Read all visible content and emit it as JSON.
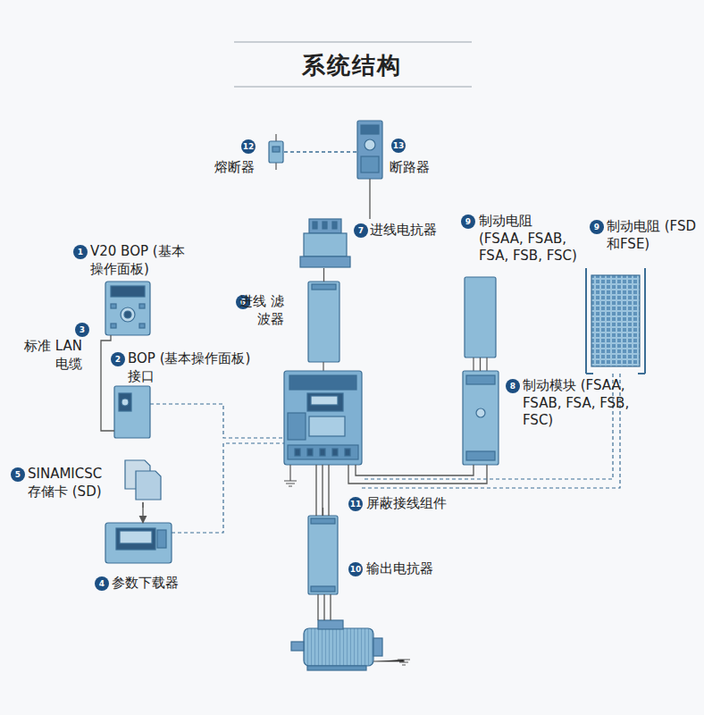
{
  "diagram": {
    "title": "系统结构",
    "nodes": [
      {
        "text": [
          "12",
          "熔断器"
        ]
      },
      {
        "text": [
          "13",
          "断路器"
        ]
      },
      {
        "text": [
          "7",
          "进线电抗器"
        ]
      },
      {
        "text": [
          "1",
          "V20 BOP (基本操作面板)"
        ]
      },
      {
        "text": [
          "9",
          "制动电阻 (FSAA, FSAB, FSA, FSB, FSC)"
        ]
      },
      {
        "text": [
          "9",
          "制动电阻 (FSD和FSE)"
        ]
      },
      {
        "text": [
          "6",
          "进线 滤波器"
        ]
      },
      {
        "text": [
          "2",
          "BOP (基本操作面板) 接口"
        ]
      },
      {
        "text": [
          "8",
          "制动模块 (FSAA, FSAB, FSA, FSB, FSC)"
        ]
      },
      {
        "text": [
          "5",
          "SINAMICSC 存储卡 (SD)"
        ]
      },
      {
        "text": [
          "11",
          "屏蔽接线组件"
        ]
      },
      {
        "text": [
          "4",
          "参数下载器"
        ]
      },
      {
        "text": [
          "10",
          "输出电抗器"
        ]
      }
    ],
    "edges": [
      {
        "from": 0,
        "to": 1,
        "arrow": "none"
      },
      {
        "from": 1,
        "to": 2,
        "arrow": "none"
      },
      {
        "from": 2,
        "to": 6,
        "arrow": "none"
      },
      {
        "from": 3,
        "to": 7,
        "arrow": "none"
      },
      {
        "from": 4,
        "to": 8,
        "arrow": "none"
      },
      {
        "from": 9,
        "to": 11,
        "arrow": "to"
      },
      {
        "from": 10,
        "to": 12,
        "arrow": "none"
      }
    ],
    "labels": [
      "3",
      "标准 LAN 电缆"
    ]
  }
}
